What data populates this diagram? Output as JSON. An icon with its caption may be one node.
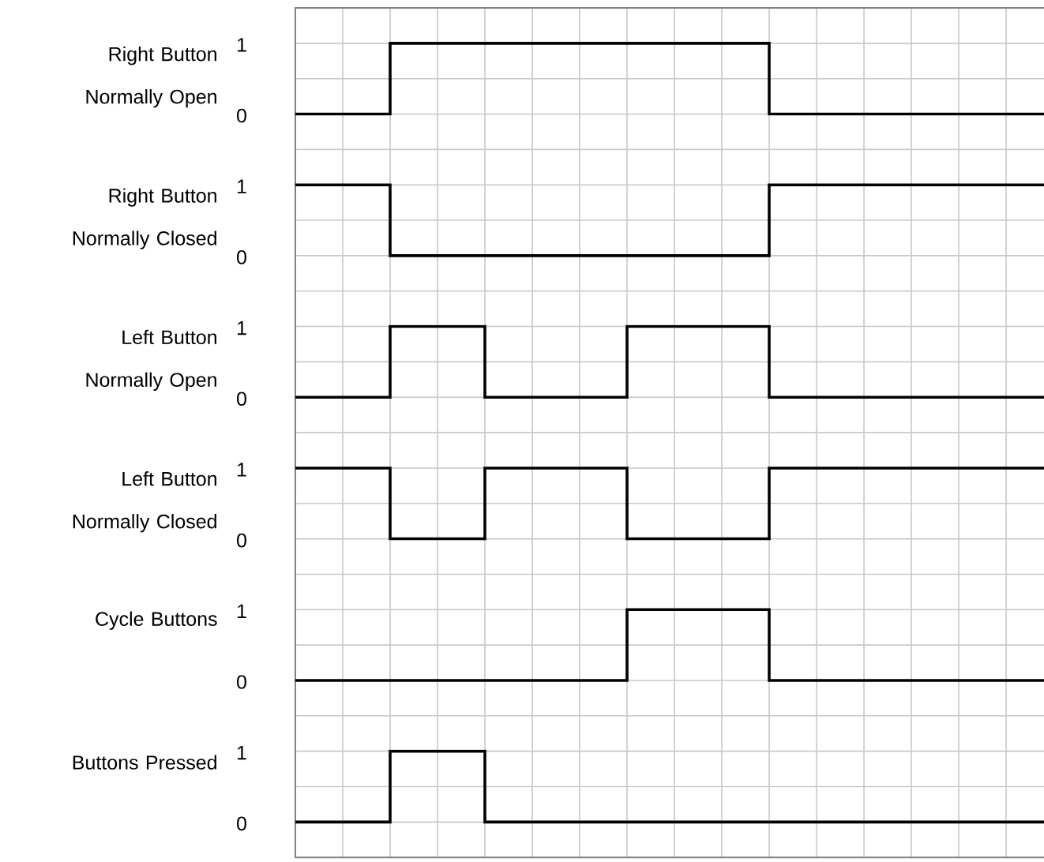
{
  "diagram": {
    "labels": [
      "Right Button Normally Open",
      "1",
      "0",
      "Right Button Normally Closed",
      "1",
      "0",
      "Left Button Normally Open",
      "1",
      "0",
      "Left Button Normally Closed",
      "1",
      "0",
      "Cycle Buttons",
      "1",
      "0",
      "Buttons Pressed",
      "1",
      "0"
    ]
  }
}
